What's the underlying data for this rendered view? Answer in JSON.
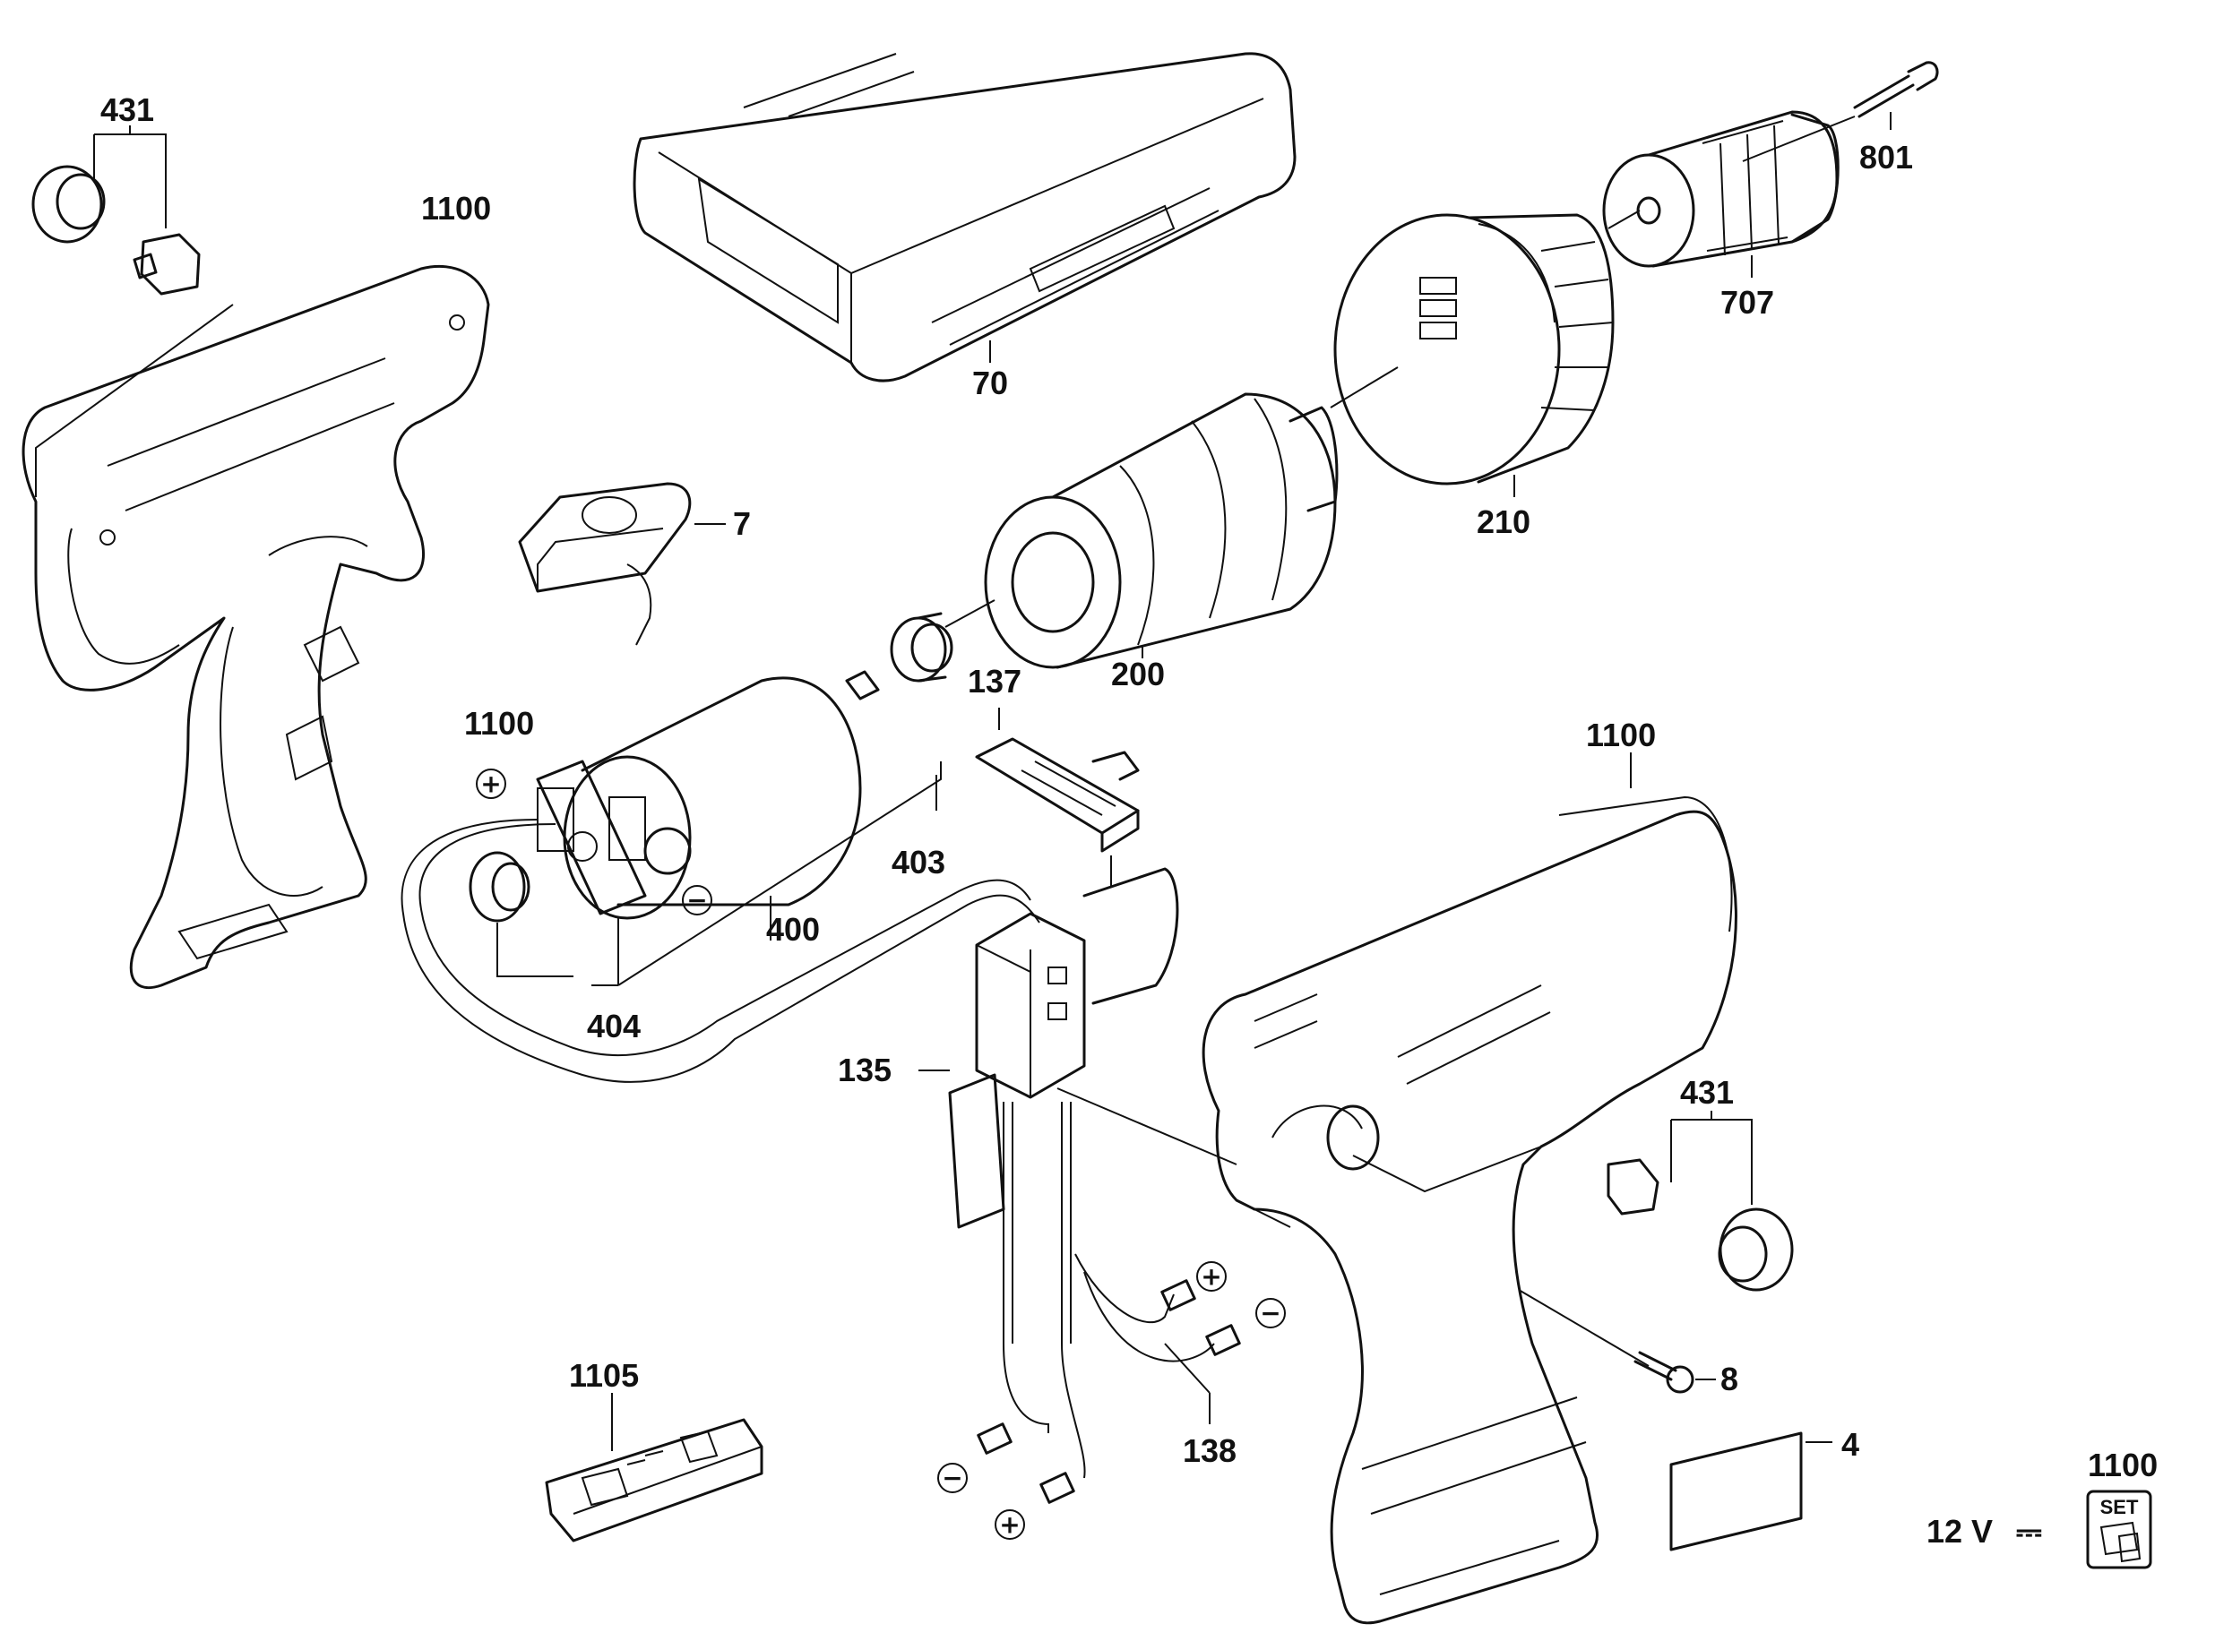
{
  "labels": {
    "p431a": "431",
    "p1100a": "1100",
    "p70": "70",
    "p801": "801",
    "p707": "707",
    "p210": "210",
    "p7": "7",
    "p200": "200",
    "p137": "137",
    "p1100b": "1100",
    "p403": "403",
    "p400": "400",
    "p404": "404",
    "p1100c": "1100",
    "p135": "135",
    "p431b": "431",
    "p1105": "1105",
    "p138": "138",
    "p8": "8",
    "p4": "4",
    "p1100d": "1100"
  },
  "polarity": {
    "plus": "+",
    "minus": "−"
  },
  "kit_badge": {
    "voltage": "12 V",
    "dc_symbol": "⎓",
    "set_text": "SET"
  }
}
